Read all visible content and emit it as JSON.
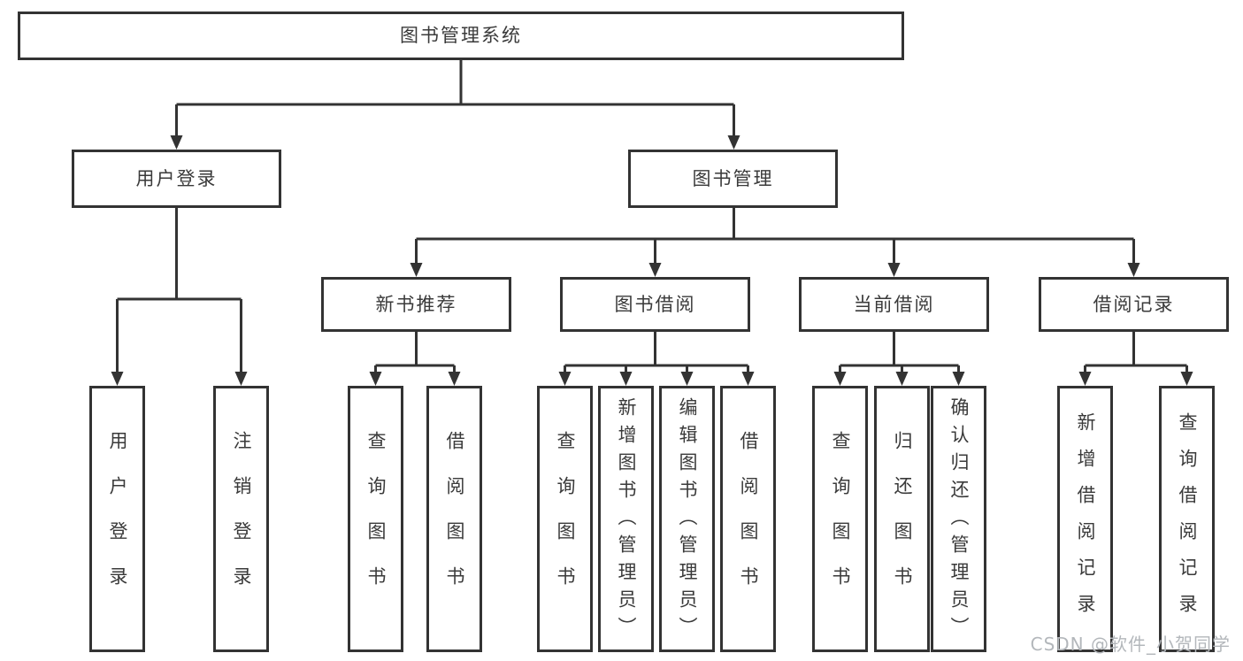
{
  "tree": {
    "label": "图书管理系统",
    "children": [
      {
        "label": "用户登录",
        "children": [
          {
            "label": "用户登录"
          },
          {
            "label": "注销登录"
          }
        ]
      },
      {
        "label": "图书管理",
        "children": [
          {
            "label": "新书推荐",
            "children": [
              {
                "label": "查询图书"
              },
              {
                "label": "借阅图书"
              }
            ]
          },
          {
            "label": "图书借阅",
            "children": [
              {
                "label": "查询图书"
              },
              {
                "label": "新增图书（管理员）"
              },
              {
                "label": "编辑图书（管理员）"
              },
              {
                "label": "借阅图书"
              }
            ]
          },
          {
            "label": "当前借阅",
            "children": [
              {
                "label": "查询图书"
              },
              {
                "label": "归还图书"
              },
              {
                "label": "确认归还（管理员）"
              }
            ]
          },
          {
            "label": "借阅记录",
            "children": [
              {
                "label": "新增借阅记录"
              },
              {
                "label": "查询借阅记录"
              }
            ]
          }
        ]
      }
    ]
  },
  "watermark": "CSDN @软件_小贺同学",
  "colors": {
    "line": "#333333",
    "text": "#3a3a3a",
    "box_bg": "#ffffff",
    "background": "#ffffff",
    "watermark": "#b3b7bb"
  }
}
